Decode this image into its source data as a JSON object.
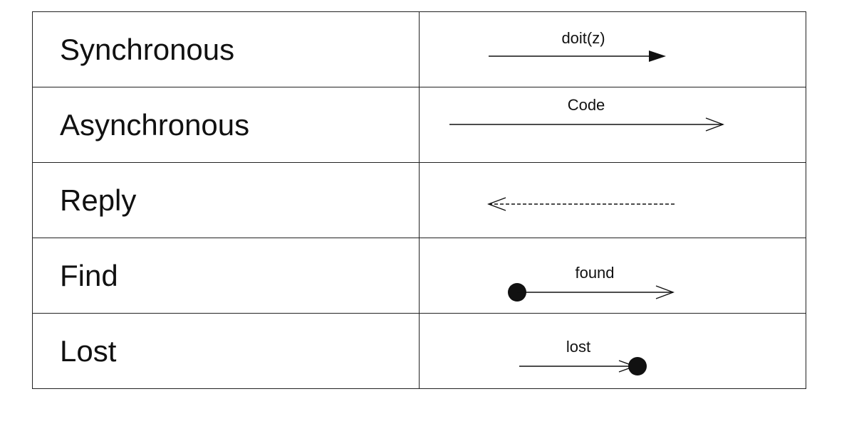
{
  "rows": [
    {
      "name": "Synchronous",
      "arrow_label": "doit(z)",
      "arrow_style": "solid-filled-head"
    },
    {
      "name": "Asynchronous",
      "arrow_label": "Code",
      "arrow_style": "solid-open-head"
    },
    {
      "name": "Reply",
      "arrow_label": "",
      "arrow_style": "dashed-open-head-left"
    },
    {
      "name": "Find",
      "arrow_label": "found",
      "arrow_style": "dot-start-open-head"
    },
    {
      "name": "Lost",
      "arrow_label": "lost",
      "arrow_style": "solid-head-dot-end"
    }
  ],
  "colors": {
    "line": "#111111",
    "text": "#111111",
    "border": "#222222",
    "background": "#ffffff"
  }
}
